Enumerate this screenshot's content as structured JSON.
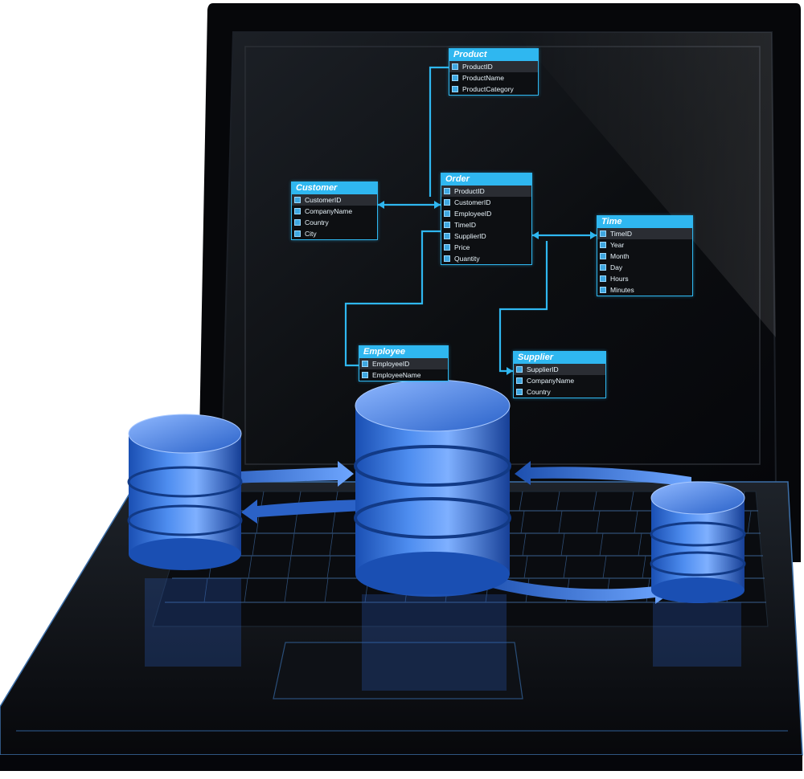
{
  "tables": {
    "product": {
      "title": "Product",
      "fields": [
        "ProductID",
        "ProductName",
        "ProductCategory"
      ]
    },
    "customer": {
      "title": "Customer",
      "fields": [
        "CustomerID",
        "CompanyName",
        "Country",
        "City"
      ]
    },
    "order": {
      "title": "Order",
      "fields": [
        "ProductID",
        "CustomerID",
        "EmployeeID",
        "TimeID",
        "SupplierID",
        "Price",
        "Quantity"
      ]
    },
    "time": {
      "title": "Time",
      "fields": [
        "TimeID",
        "Year",
        "Month",
        "Day",
        "Hours",
        "Minutes"
      ]
    },
    "employee": {
      "title": "Employee",
      "fields": [
        "EmployeeID",
        "EmployeeName"
      ]
    },
    "supplier": {
      "title": "Supplier",
      "fields": [
        "SupplierID",
        "CompanyName",
        "Country"
      ]
    }
  },
  "colors": {
    "screen": "#111418",
    "bezel": "#050608",
    "accent": "#2fb7f0",
    "database_blue": "#2f6fd6",
    "database_highlight": "#a9c9ff"
  },
  "icons": [
    "laptop-icon",
    "database-icon",
    "sync-arrow-icon"
  ]
}
